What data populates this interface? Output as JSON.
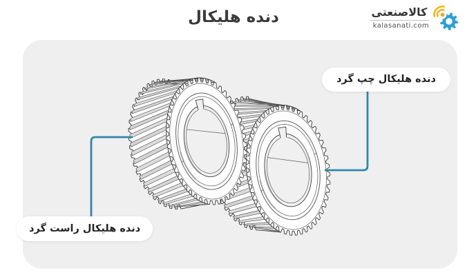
{
  "title": "دنده هلیکال",
  "brand": {
    "name": "کالاصنعتی",
    "domain": "kalasanati.com",
    "icon": "gear-signal-icon",
    "colors": {
      "blue": "#2d9fd6",
      "yellow": "#f6b61d",
      "orange": "#f2a31c",
      "text": "#353535"
    }
  },
  "figure": {
    "panel_bg": "#efefef",
    "illustration": "two-meshed-helical-gears-line-drawing",
    "callouts": {
      "right_handed_label": "دنده هلیکال راست گرد",
      "left_handed_label": "دنده هلیکال چپ گرد",
      "line_color": "#2f86ad"
    }
  }
}
